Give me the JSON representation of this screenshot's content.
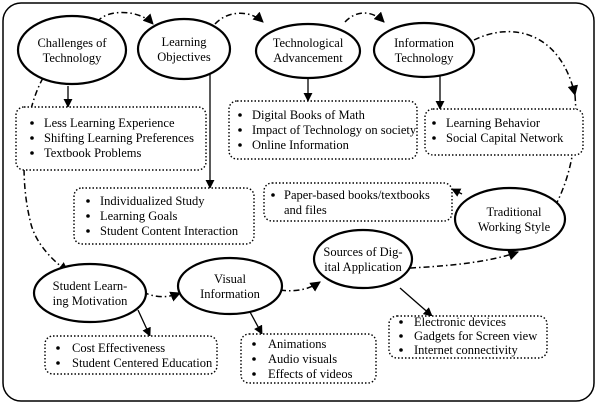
{
  "nodes": {
    "challenges": [
      "Challenges of",
      "Technology"
    ],
    "objectives": [
      "Learning",
      "Objectives"
    ],
    "advancement": [
      "Technological",
      "Advancement"
    ],
    "information": [
      "Information",
      "Technology"
    ],
    "traditional": [
      "Traditional",
      "Working Style"
    ],
    "sources": [
      "Sources of Dig-",
      "ital Application"
    ],
    "motivation": [
      "Student Learn-",
      "ing Motivation"
    ],
    "visual": [
      "Visual",
      "Information"
    ]
  },
  "lists": {
    "challenges_list": [
      "Less Learning Experience",
      "Shifting Learning Preferences",
      "Textbook Problems"
    ],
    "advancement_list": [
      "Digital Books of Math",
      "Impact of Technology on society",
      "Online Information"
    ],
    "information_list": [
      "Learning Behavior",
      "Social Capital Network"
    ],
    "objectives_list": [
      "Individualized Study",
      "Learning Goals",
      "Student Content Interaction"
    ],
    "traditional_list": [
      "Paper-based books/textbooks",
      "and files"
    ],
    "motivation_list": [
      "Cost Effectiveness",
      "Student Centered Education"
    ],
    "visual_list": [
      "Animations",
      "Audio visuals",
      "Effects of videos"
    ],
    "sources_list": [
      "Electronic devices",
      "Gadgets for Screen view",
      "Internet connectivity"
    ]
  }
}
